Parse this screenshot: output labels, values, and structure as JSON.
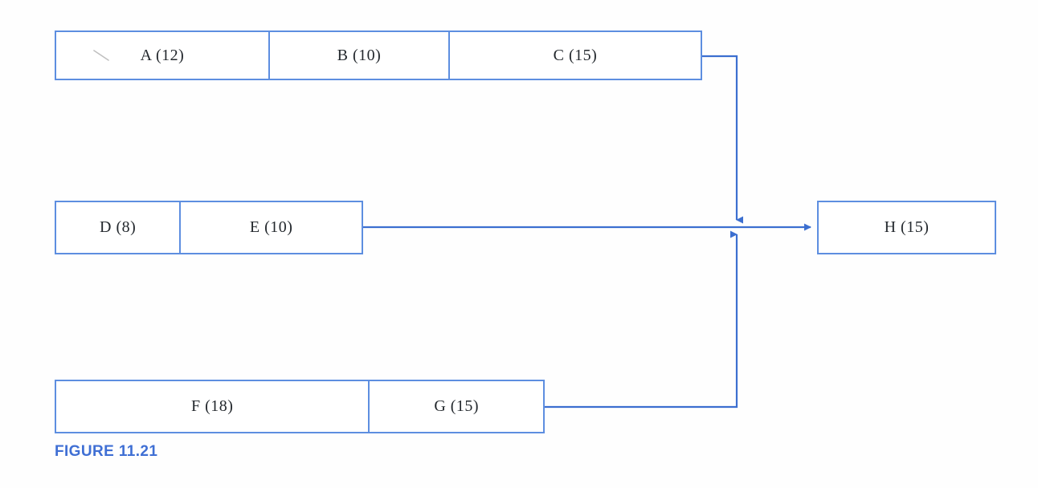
{
  "figure": {
    "caption": "FIGURE 11.21",
    "caption_color": "#3f6fd4",
    "background_color": "#fefefe",
    "box_border_color": "#5d8ee0",
    "connector_color": "#3c6fd0",
    "label_text_color": "#23282d"
  },
  "diagram": {
    "type": "activity-chain-network",
    "rows": [
      {
        "name": "top-chain",
        "cells": [
          {
            "id": "A",
            "label": "A (12)",
            "duration": 12
          },
          {
            "id": "B",
            "label": "B (10)",
            "duration": 10
          },
          {
            "id": "C",
            "label": "C (15)",
            "duration": 15
          }
        ]
      },
      {
        "name": "middle-chain",
        "cells": [
          {
            "id": "D",
            "label": "D (8)",
            "duration": 8
          },
          {
            "id": "E",
            "label": "E (10)",
            "duration": 10
          }
        ]
      },
      {
        "name": "bottom-chain",
        "cells": [
          {
            "id": "F",
            "label": "F (18)",
            "duration": 18
          },
          {
            "id": "G",
            "label": "G (15)",
            "duration": 15
          }
        ]
      }
    ],
    "terminal": {
      "id": "H",
      "label": "H (15)",
      "duration": 15
    },
    "connectors": [
      {
        "from": "C",
        "to": "H",
        "style": "elbow-down-then-merge",
        "arrowhead": "down"
      },
      {
        "from": "E",
        "to": "H",
        "style": "straight-horizontal",
        "arrowhead": "right"
      },
      {
        "from": "G",
        "to": "H",
        "style": "elbow-up-then-merge",
        "arrowhead": "up"
      }
    ],
    "annotations": [
      {
        "name": "pencil-stroke",
        "description": "faint handwritten diagonal tick left of A (12)"
      }
    ]
  }
}
